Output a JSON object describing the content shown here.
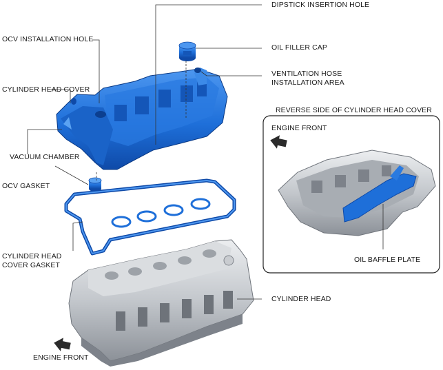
{
  "labels": {
    "dipstick_insertion_hole": "DIPSTICK INSERTION HOLE",
    "ocv_installation_hole": "OCV INSTALLATION HOLE",
    "oil_filler_cap": "OIL FILLER CAP",
    "ventilation_hose_line1": "VENTILATION HOSE",
    "ventilation_hose_line2": "INSTALLATION AREA",
    "cylinder_head_cover": "CYLINDER HEAD COVER",
    "reverse_side": "REVERSE SIDE OF CYLINDER HEAD COVER",
    "engine_front_inset": "ENGINE FRONT",
    "vacuum_chamber": "VACUUM CHAMBER",
    "ocv_gasket": "OCV GASKET",
    "oil_baffle_plate": "OIL BAFFLE PLATE",
    "cylinder_head_cover_gasket_line1": "CYLINDER HEAD",
    "cylinder_head_cover_gasket_line2": "COVER GASKET",
    "cylinder_head": "CYLINDER HEAD",
    "engine_front_main": "ENGINE FRONT"
  },
  "colors": {
    "part_blue": "#1e6fd9",
    "part_blue_dark": "#0f4aa8",
    "part_silver": "#c9ccd0",
    "part_silver_dark": "#8f959c",
    "leader_line": "#333333"
  },
  "icons": {
    "engine_front_arrow": "engine-front-arrow-icon"
  }
}
